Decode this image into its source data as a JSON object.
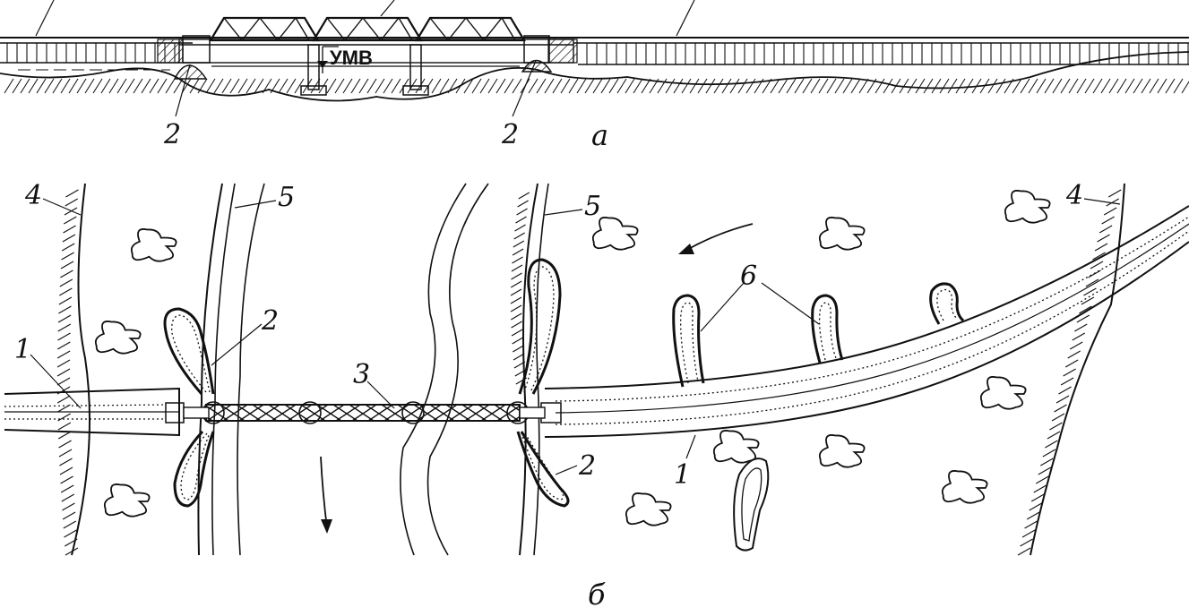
{
  "section_a": {
    "label": "а",
    "water_level_label": "УМВ",
    "callouts": [
      "2",
      "2"
    ]
  },
  "section_b": {
    "label": "б",
    "callouts": {
      "embankment_left": "1",
      "embankment_right": "1",
      "cone_left": "2",
      "cone_right_lower": "2",
      "bridge": "3",
      "bank_left": "4",
      "bank_right": "4",
      "channel_left": "5",
      "channel_right": "5",
      "traverses": "6"
    }
  },
  "colors": {
    "ink": "#111111",
    "paper": "#ffffff"
  }
}
